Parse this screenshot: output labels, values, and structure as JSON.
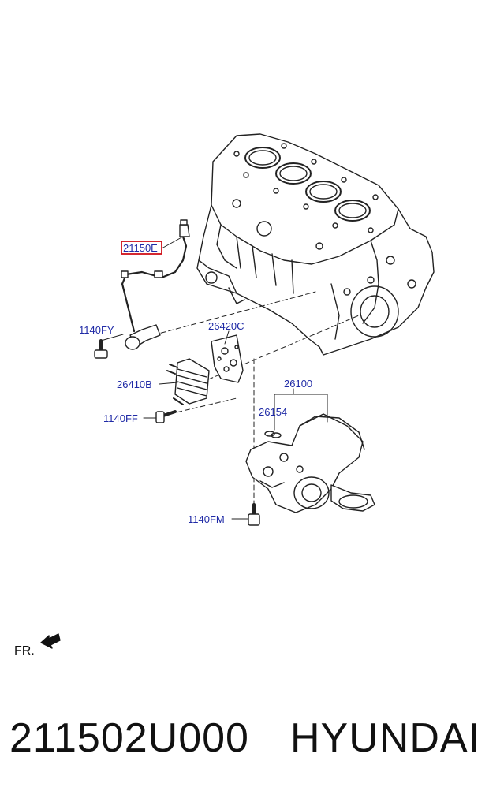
{
  "diagram": {
    "labels": {
      "sensor": "21150E",
      "bolt_fy": "1140FY",
      "gasket": "26420C",
      "cooler": "26410B",
      "bolt_ff": "1140FF",
      "pump": "26100",
      "oring": "26154",
      "bolt_fm": "1140FM"
    },
    "front_marker": "FR.",
    "highlight_color": "#d0101a",
    "label_color": "#1f2aa6"
  },
  "caption": {
    "part_number": "211502U000",
    "brand": "HYUNDAI"
  }
}
